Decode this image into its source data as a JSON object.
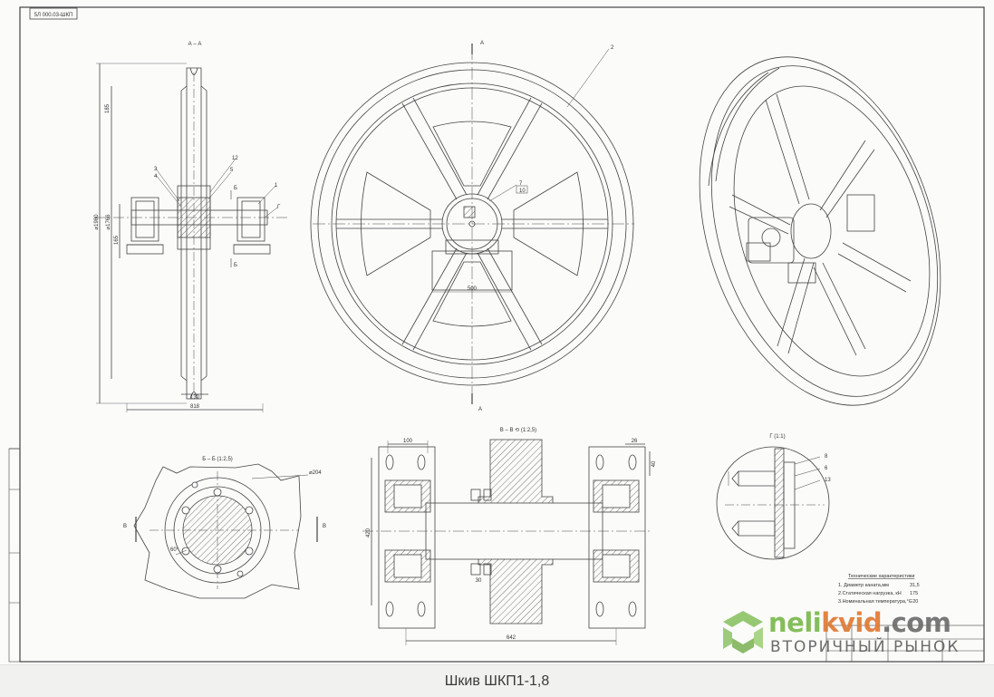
{
  "drawing": {
    "stamp_code": "5Л 000.03-ШКП",
    "sections": {
      "aa": "А – А",
      "bb": "Б – Б (1:2,5)",
      "vv": "В – В ⟲ (1:2,5)",
      "g": "Г (1:1)"
    },
    "cut_marks": {
      "a": "А",
      "b": "Б",
      "v": "В"
    },
    "callouts": [
      "2",
      "3",
      "4",
      "5",
      "12",
      "1",
      "Г",
      "7",
      "10",
      "8",
      "6",
      "13"
    ],
    "dims": {
      "d1980": "⌀1980",
      "d1766": "⌀1766",
      "d185": "185",
      "d165": "165",
      "d130": "130",
      "d818": "818",
      "d500": "500",
      "d100": "100",
      "d420": "420",
      "d642": "642",
      "d204": "⌀204",
      "d60": "60°",
      "d26": "26",
      "d40": "40",
      "d30": "30"
    },
    "spec": {
      "title": "Технические характеристики",
      "rows": [
        {
          "label": "1. Диаметр каната,мм",
          "value": "31,5"
        },
        {
          "label": "2.Статическая нагрузка, кН",
          "value": "175"
        },
        {
          "label": "3.Номинальная температура,°С",
          "value": "−20"
        }
      ]
    }
  },
  "watermark": {
    "brand_part1": "neli",
    "brand_part2": "kvid",
    "brand_part3": ".com",
    "tagline": "ВТОРИЧНЫЙ РЫНОК",
    "colors": {
      "green": "#78b84a",
      "orange": "#e07830",
      "gray": "#6a6a6a"
    }
  },
  "caption": "Шкив ШКП1-1,8"
}
